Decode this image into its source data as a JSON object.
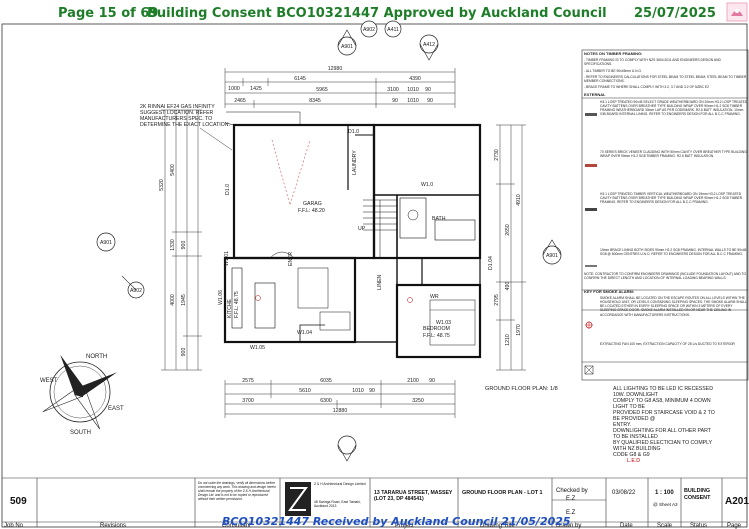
{
  "header": {
    "page": "Page 15 of 69",
    "consent": "Building Consent BCO10321447 Approved by Auckland Council",
    "date": "25/07/2025"
  },
  "markers": [
    "A901",
    "A902",
    "A411",
    "A412",
    "A901",
    "A902",
    "A901"
  ],
  "dims_top": [
    "12980",
    "6145",
    "4390",
    "1000",
    "1425",
    "5965",
    "3100",
    "1010",
    "90",
    "2465",
    "8345",
    "90",
    "1010",
    "90"
  ],
  "dims_bottom": [
    "2575",
    "6035",
    "2100",
    "90",
    "5610",
    "1010",
    "90",
    "3700",
    "6300",
    "3250",
    "12880"
  ],
  "dims_left": [
    "5320",
    "5400",
    "1330",
    "900",
    "4000",
    "1945",
    "900"
  ],
  "dims_right": [
    "2730",
    "2650",
    "4910",
    "490",
    "2795",
    "1210",
    "1970"
  ],
  "rooms": {
    "garage": "GARAG",
    "garage_ffl": "F.F.L: 48.20",
    "kitchen": "KITCHE",
    "kitchen_ffl": "F.F.L: 48.75",
    "bedroom": "BEDROOM",
    "bedroom_ffl": "F.F.L: 48.75",
    "bath": "BATH",
    "laundry": "LAUNDRY",
    "wr": "WR",
    "linen": "LINEN",
    "up": "UP",
    "entry": "ENTR"
  },
  "windows": [
    "D1.0",
    "W1.0",
    "W1.04",
    "W1.05",
    "W1.06",
    "W1.03",
    "D1.04",
    "D1.0",
    "W1.01"
  ],
  "callout": "2K RINNAI EF24 GAS INFINITY SUGGEST LOCATION. REFER MANUFACTURERS SPEC. TO DETERMINE THE EXACT LOCATION.",
  "plan_label": "GROUND FLOOR PLAN: 1/8",
  "compass": [
    "NORTH",
    "EAST",
    "SOUTH",
    "WEST"
  ],
  "notes": {
    "title": "NOTES ON TIMBER FRAMING:",
    "intro": [
      "- TIMBER FRAMING IS TO COMPLY WITH NZS 3604:2011 AND ENGINEERS DESIGN AND SPECIFICATIONS.",
      "- ALL TIMBER TO BE 90x45mm U.N.O.",
      "- REFER TO ENGINEERS CALCULATIONS FOR STEEL BEAM TO STEEL BEAM, STEEL BEAM TO TIMBER MEMBER CONNECTIONS.",
      "- BRACE FRAME TO WHERE SHALL COMPLY WITH 3.2, 3.7 AND 3.2 OF NZBC E2"
    ],
    "external_title": "EXTERNAL",
    "items": [
      "H3.1 LOSP TREATED 90x45 SELECT GRADE WEATHERBOARD ON 20mm H3.2 LOSP TREATED CAVITY BATTENS OVER BREATHER TYPE BUILDING WRAP OVER 90mm H1.2 SG8 TIMBER FRAMING WEATHERBOARD 30mm LAP AS PER CODEMARK. R2.6 BATT INSULATION. 10mm GIB BOARD INTERNAL LINING. REFER TO ENGINEERS DESIGN FOR ALL B.C.C FRAMING.",
      "70 SERIES BRICK VENEER CLADDING WITH 50mm CAVITY OVER BREATHER TYPE BUILDING WRAP OVER 90mm H1.2 SG8 TIMBER FRAMING. R2.6 BATT INSULATION.",
      "H3.1 LOSP TREATED TIMBER VERTICAL WEATHERBOARD ON 19mm H3.2 LOSP TREATED CAVITY BATTENS OVER BREATHER TYPE BUILDING WRAP OVER 90mm H1.2 SG8 TIMBER FRAMING. REFER TO ENGINEERS DESIGN FOR ALL B.C.C FRAMING.",
      "10mm BRACE LINING BOTH SIDES 90mm H1.2 SG8 FRAMING. INTERNAL WALLS TO BE 90x45 SG8 @ 600mm CENTRES U.N.O. REFER TO ENGINEERS DESIGN FOR ALL B.C.C FRAMING."
    ],
    "contractor": "NOTE: CONTRACTOR TO CONFIRM ENGINEERS DRAWINGS (INCLUDE FOUNDATION LAYOUT) AND TO CONFIRM THE DIRECT LENGTH AND LOCATION OF INTERNAL LOADING BEARING WALLS.",
    "smoke_title": "KEY FOR SMOKE ALARM:",
    "smoke": "SMOKE ALARM SHALL BE LOCATED ON THE ESCAPE ROUTES ON ALL LEVELS WITHIN THE HOUSEHOLD UNIT, OR LEVELS CONTAINING SLEEPING SPACES. THE SMOKE ALARM SHALL BE LOCATED EITHER IN EVERY SLEEPING SPACE OR WITHIN 3 METERS OF EVERY SLEEPING SPACE DOOR. SMOKE ALARM INSTALLED ON OR NEAR THE CEILING IN ACCORDANCE WITH MANUFACTURERS INSTRUCTIONS.",
    "fan": "EXTRACTING FAN 100 mm, EXTRACTION CAPACITY OF 25 L/s DUCTED TO EXTERIOR"
  },
  "lighting": [
    "ALL LIGHTING TO BE LED IC RECESSED",
    "10W. DOWNLIGHT",
    "COMPLY TO G8 AS8, MINIMUM 4 DOWN",
    "LIGHT TO BE",
    "PROVIDED FOR STAIRCASE VOID & 2 TO",
    "BE PROVIDED @",
    "ENTRY.",
    "DOWNLIGHTING FOR ALL OTHER PART",
    "TO BE INSTALLED",
    "BY QUALIFIED ELECTICIAN TO COMPLY",
    "WITH NZ BUILDING",
    "CODE G8 & G9",
    "L.E.D"
  ],
  "titleblock": {
    "number": "509",
    "revisions": "Revisions",
    "job_no": "Job No",
    "disclaimer": "Do not scale the drawings, verify all dimensions before commencing any work. This drawing and design herein shall remain the property of the Z & H Architectural Design Ltd. and is not to be copied or reproduced without their written permission.",
    "consultant": "Consultant",
    "company": "Z & H Architectural Design Limited",
    "address_co": "48 Saringa Road, East Tamaki, Auckland 2013",
    "project_addr": "13 TARARUA STREET, MASSEY (LOT 23, DP 484541)",
    "project": "Project",
    "drawing_title": "GROUND FLOOR PLAN - LOT 1",
    "drawing_title_lbl": "Drawing Title",
    "checked_lbl": "Checked by",
    "checked": "E.Z",
    "drawn": "E.Z",
    "drawn_lbl": "Drawn by",
    "date": "03/08/22",
    "date_lbl": "Date",
    "scale": "1 : 100",
    "sheet": "@ Sheet A3",
    "scale_lbl": "Scale",
    "status": "BUILDING CONSENT",
    "status_lbl": "Status",
    "sheet_no": "A201",
    "sheet_lbl": "Page"
  },
  "footer_stamp": "BCO10321447 Received by Auckland Council 21/05/2025"
}
